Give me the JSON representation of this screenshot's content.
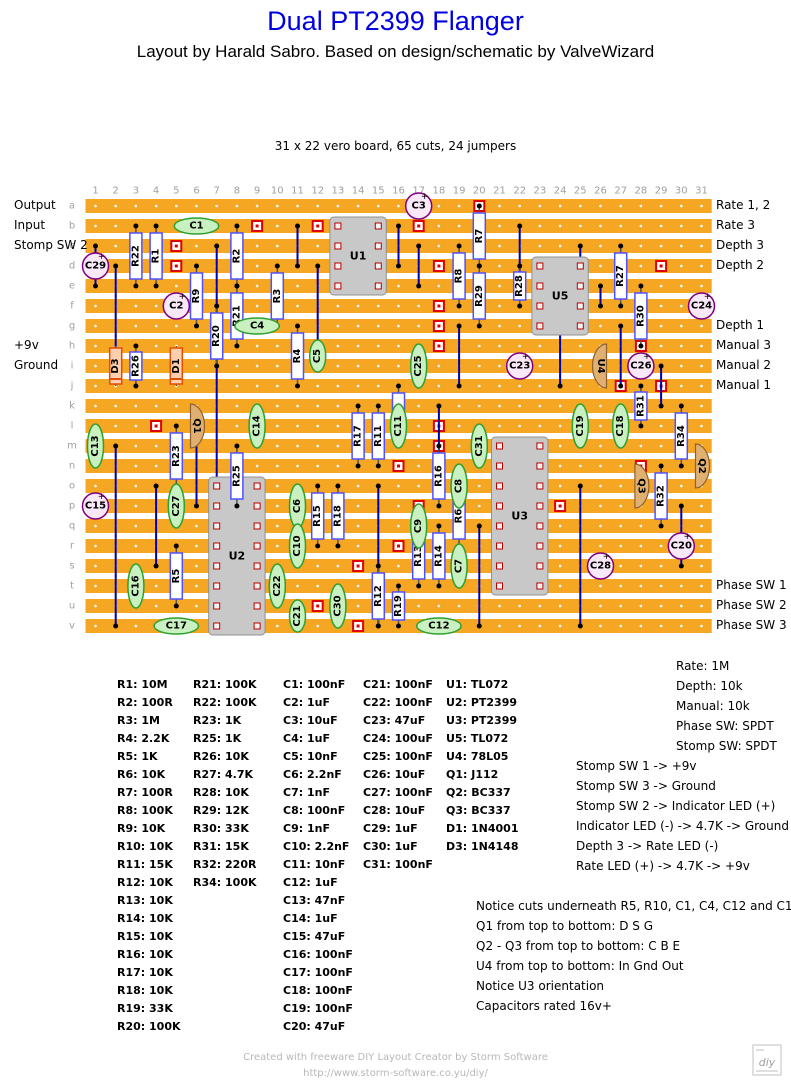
{
  "title": "Dual PT2399 Flanger",
  "subtitle": "Layout by Harald Sabro. Based on design/schematic by ValveWizard",
  "board_info": "31 x 22 vero board, 65 cuts, 24 jumpers",
  "columns": [
    "1",
    "2",
    "3",
    "4",
    "5",
    "6",
    "7",
    "8",
    "9",
    "10",
    "11",
    "12",
    "13",
    "14",
    "15",
    "16",
    "17",
    "18",
    "19",
    "20",
    "21",
    "22",
    "23",
    "24",
    "25",
    "26",
    "27",
    "28",
    "29",
    "30",
    "31"
  ],
  "rows": [
    "a",
    "b",
    "c",
    "d",
    "e",
    "f",
    "g",
    "h",
    "i",
    "j",
    "k",
    "l",
    "m",
    "n",
    "o",
    "p",
    "q",
    "r",
    "s",
    "t",
    "u",
    "v"
  ],
  "left_labels": [
    {
      "text": "Output",
      "row": 0
    },
    {
      "text": "Input",
      "row": 1
    },
    {
      "text": "Stomp SW 2",
      "row": 2
    },
    {
      "text": "+9v",
      "row": 7
    },
    {
      "text": "Ground",
      "row": 8
    }
  ],
  "right_labels": [
    {
      "text": "Rate 1, 2",
      "row": 0
    },
    {
      "text": "Rate 3",
      "row": 1
    },
    {
      "text": "Depth 3",
      "row": 2
    },
    {
      "text": "Depth 2",
      "row": 3
    },
    {
      "text": "Depth 1",
      "row": 6
    },
    {
      "text": "Manual 3",
      "row": 7
    },
    {
      "text": "Manual 2",
      "row": 8
    },
    {
      "text": "Manual 1",
      "row": 9
    },
    {
      "text": "Phase SW 1",
      "row": 19
    },
    {
      "text": "Phase SW 2",
      "row": 20
    },
    {
      "text": "Phase SW 3",
      "row": 21
    }
  ],
  "components": {
    "ics": [
      {
        "label": "U1",
        "c1": 13,
        "c2": 15,
        "r1": 1,
        "r2": 4
      },
      {
        "label": "U5",
        "c1": 23,
        "c2": 25,
        "r1": 3,
        "r2": 6
      },
      {
        "label": "U2",
        "c1": 7,
        "c2": 9,
        "r1": 14,
        "r2": 21
      },
      {
        "label": "U3",
        "c1": 21,
        "c2": 23,
        "r1": 12,
        "r2": 19
      }
    ],
    "resistors": [
      {
        "label": "R22",
        "c": 3,
        "r1": 1,
        "r2": 4
      },
      {
        "label": "R1",
        "c": 4,
        "r1": 1,
        "r2": 4
      },
      {
        "label": "R2",
        "c": 8,
        "r1": 1,
        "r2": 4
      },
      {
        "label": "R3",
        "c": 10,
        "r1": 3,
        "r2": 6
      },
      {
        "label": "R9",
        "c": 6,
        "r1": 3,
        "r2": 6
      },
      {
        "label": "R21",
        "c": 8,
        "r1": 4,
        "r2": 7
      },
      {
        "label": "R20",
        "c": 7,
        "r1": 5,
        "r2": 8
      },
      {
        "label": "R4",
        "c": 11,
        "r1": 6,
        "r2": 9
      },
      {
        "label": "R26",
        "c": 3,
        "r1": 7,
        "r2": 9
      },
      {
        "label": "R7",
        "c": 20,
        "r1": 0,
        "r2": 3
      },
      {
        "label": "R8",
        "c": 19,
        "r1": 2,
        "r2": 5
      },
      {
        "label": "R29",
        "c": 20,
        "r1": 3,
        "r2": 6
      },
      {
        "label": "R28",
        "c": 22,
        "r1": 3,
        "r2": 5
      },
      {
        "label": "R27",
        "c": 27,
        "r1": 2,
        "r2": 5
      },
      {
        "label": "R30",
        "c": 28,
        "r1": 4,
        "r2": 7
      },
      {
        "label": "R31",
        "c": 28,
        "r1": 9,
        "r2": 11
      },
      {
        "label": "R34",
        "c": 30,
        "r1": 10,
        "r2": 13
      },
      {
        "label": "R17",
        "c": 14,
        "r1": 10,
        "r2": 13
      },
      {
        "label": "R11",
        "c": 15,
        "r1": 10,
        "r2": 13
      },
      {
        "label": "R10",
        "c": 16,
        "r1": 9,
        "r2": 12
      },
      {
        "label": "R16",
        "c": 18,
        "r1": 12,
        "r2": 15
      },
      {
        "label": "R23",
        "c": 5,
        "r1": 11,
        "r2": 14
      },
      {
        "label": "R25",
        "c": 8,
        "r1": 12,
        "r2": 15
      },
      {
        "label": "R15",
        "c": 12,
        "r1": 14,
        "r2": 17
      },
      {
        "label": "R18",
        "c": 13,
        "r1": 14,
        "r2": 17
      },
      {
        "label": "R6",
        "c": 19,
        "r1": 14,
        "r2": 17
      },
      {
        "label": "R13",
        "c": 17,
        "r1": 16,
        "r2": 19
      },
      {
        "label": "R14",
        "c": 18,
        "r1": 16,
        "r2": 19
      },
      {
        "label": "R12",
        "c": 15,
        "r1": 18,
        "r2": 21
      },
      {
        "label": "R19",
        "c": 16,
        "r1": 19,
        "r2": 21
      },
      {
        "label": "R5",
        "c": 5,
        "r1": 17,
        "r2": 20
      },
      {
        "label": "R32",
        "c": 29,
        "r1": 13,
        "r2": 16
      }
    ],
    "diodes": [
      {
        "label": "D3",
        "c": 2,
        "r1": 7,
        "r2": 9
      },
      {
        "label": "D1",
        "c": 5,
        "r1": 7,
        "r2": 9
      }
    ],
    "caps": [
      {
        "label": "C1",
        "c1": 5,
        "c2": 7,
        "r1": 1,
        "r2": 1
      },
      {
        "label": "C4",
        "c1": 8,
        "c2": 10,
        "r1": 6,
        "r2": 6
      },
      {
        "label": "C5",
        "c1": 12,
        "c2": 12,
        "r1": 7,
        "r2": 8
      },
      {
        "label": "C25",
        "c1": 17,
        "c2": 17,
        "r1": 7,
        "r2": 9
      },
      {
        "label": "C14",
        "c1": 9,
        "c2": 9,
        "r1": 10,
        "r2": 12
      },
      {
        "label": "C11",
        "c1": 16,
        "c2": 16,
        "r1": 10,
        "r2": 12
      },
      {
        "label": "C31",
        "c1": 20,
        "c2": 20,
        "r1": 11,
        "r2": 13
      },
      {
        "label": "C19",
        "c1": 25,
        "c2": 25,
        "r1": 10,
        "r2": 12
      },
      {
        "label": "C18",
        "c1": 27,
        "c2": 27,
        "r1": 10,
        "r2": 12
      },
      {
        "label": "C13",
        "c1": 1,
        "c2": 1,
        "r1": 11,
        "r2": 13
      },
      {
        "label": "C8",
        "c1": 19,
        "c2": 19,
        "r1": 13,
        "r2": 15
      },
      {
        "label": "C6",
        "c1": 11,
        "c2": 11,
        "r1": 14,
        "r2": 16
      },
      {
        "label": "C27",
        "c1": 5,
        "c2": 5,
        "r1": 14,
        "r2": 16
      },
      {
        "label": "C9",
        "c1": 17,
        "c2": 17,
        "r1": 15,
        "r2": 17
      },
      {
        "label": "C10",
        "c1": 11,
        "c2": 11,
        "r1": 16,
        "r2": 18
      },
      {
        "label": "C7",
        "c1": 19,
        "c2": 19,
        "r1": 17,
        "r2": 19
      },
      {
        "label": "C22",
        "c1": 10,
        "c2": 10,
        "r1": 18,
        "r2": 20
      },
      {
        "label": "C16",
        "c1": 3,
        "c2": 3,
        "r1": 18,
        "r2": 20
      },
      {
        "label": "C21",
        "c1": 11,
        "c2": 11,
        "r1": 20,
        "r2": 21
      },
      {
        "label": "C30",
        "c1": 13,
        "c2": 13,
        "r1": 19,
        "r2": 21
      },
      {
        "label": "C17",
        "c1": 4,
        "c2": 6,
        "r1": 21,
        "r2": 21
      },
      {
        "label": "C12",
        "c1": 17,
        "c2": 19,
        "r1": 21,
        "r2": 21
      }
    ],
    "ecaps": [
      {
        "label": "C29",
        "c": 1,
        "r": 3
      },
      {
        "label": "C2",
        "c": 5,
        "r": 5
      },
      {
        "label": "C3",
        "c": 17,
        "r": 0
      },
      {
        "label": "C24",
        "c": 31,
        "r": 5
      },
      {
        "label": "C23",
        "c": 22,
        "r": 8
      },
      {
        "label": "C26",
        "c": 28,
        "r": 8
      },
      {
        "label": "C15",
        "c": 1,
        "r": 15
      },
      {
        "label": "C28",
        "c": 26,
        "r": 18
      },
      {
        "label": "C20",
        "c": 30,
        "r": 17
      }
    ],
    "transistors": [
      {
        "label": "U4",
        "c": 26,
        "r": 8,
        "dir": "left"
      },
      {
        "label": "Q1",
        "c": 6,
        "r": 11,
        "dir": "right"
      },
      {
        "label": "Q3",
        "c": 28,
        "r": 14,
        "dir": "right"
      },
      {
        "label": "Q2",
        "c": 31,
        "r": 13,
        "dir": "right"
      }
    ]
  },
  "cuts": [
    [
      9,
      1
    ],
    [
      12,
      1
    ],
    [
      17,
      1
    ],
    [
      20,
      0
    ],
    [
      5,
      2
    ],
    [
      15,
      2
    ],
    [
      5,
      3
    ],
    [
      18,
      3
    ],
    [
      29,
      3
    ],
    [
      18,
      5
    ],
    [
      18,
      6
    ],
    [
      18,
      7
    ],
    [
      28,
      7
    ],
    [
      29,
      9
    ],
    [
      27,
      9
    ],
    [
      4,
      11
    ],
    [
      18,
      11
    ],
    [
      18,
      12
    ],
    [
      16,
      13
    ],
    [
      28,
      13
    ],
    [
      18,
      14
    ],
    [
      17,
      15
    ],
    [
      24,
      15
    ],
    [
      16,
      17
    ],
    [
      14,
      18
    ],
    [
      10,
      19
    ],
    [
      12,
      20
    ],
    [
      14,
      21
    ]
  ],
  "jumpers": [
    [
      1,
      2,
      1,
      4
    ],
    [
      2,
      3,
      2,
      8
    ],
    [
      7,
      2,
      7,
      21
    ],
    [
      11,
      1,
      11,
      3
    ],
    [
      12,
      3,
      12,
      7
    ],
    [
      14,
      2,
      14,
      4
    ],
    [
      16,
      1,
      16,
      3
    ],
    [
      17,
      2,
      17,
      4
    ],
    [
      19,
      6,
      19,
      9
    ],
    [
      22,
      1,
      22,
      4
    ],
    [
      24,
      6,
      24,
      9
    ],
    [
      25,
      2,
      25,
      5
    ],
    [
      26,
      4,
      26,
      5
    ],
    [
      27,
      6,
      27,
      9
    ],
    [
      29,
      8,
      29,
      10
    ],
    [
      6,
      11,
      6,
      15
    ],
    [
      2,
      12,
      2,
      21
    ],
    [
      4,
      14,
      4,
      18
    ],
    [
      9,
      14,
      9,
      16
    ],
    [
      15,
      14,
      15,
      21
    ],
    [
      18,
      10,
      18,
      13
    ],
    [
      20,
      16,
      20,
      21
    ],
    [
      25,
      14,
      25,
      21
    ],
    [
      30,
      15,
      30,
      18
    ]
  ],
  "values": {
    "resistors_col1": [
      "R1: 10M",
      "R2: 100R",
      "R3: 1M",
      "R4: 2.2K",
      "R5: 1K",
      "R6: 10K",
      "R7: 100R",
      "R8: 100K",
      "R9: 10K",
      "R10: 10K",
      "R11: 15K",
      "R12: 10K",
      "R13: 10K",
      "R14: 10K",
      "R15: 10K",
      "R16: 10K",
      "R17: 10K",
      "R18: 10K",
      "R19: 33K",
      "R20: 100K"
    ],
    "resistors_col2": [
      "R21: 100K",
      "R22: 100K",
      "R23: 1K",
      "R25: 1K",
      "R26: 10K",
      "R27: 4.7K",
      "R28: 10K",
      "R29: 12K",
      "R30: 33K",
      "R31: 15K",
      "R32: 220R",
      "R34: 100K"
    ],
    "caps_col1": [
      "C1: 100nF",
      "C2: 1uF",
      "C3: 10uF",
      "C4: 1uF",
      "C5: 10nF",
      "C6: 2.2nF",
      "C7: 1nF",
      "C8: 100nF",
      "C9: 1nF",
      "C10: 2.2nF",
      "C11: 10nF",
      "C12: 1uF",
      "C13: 47nF",
      "C14: 1uF",
      "C15: 47uF",
      "C16: 100nF",
      "C17: 100nF",
      "C18: 100nF",
      "C19: 100nF",
      "C20: 47uF"
    ],
    "caps_col2": [
      "C21: 100nF",
      "C22: 100nF",
      "C23: 47uF",
      "C24: 100uF",
      "C25: 100nF",
      "C26: 10uF",
      "C27: 100nF",
      "C28: 10uF",
      "C29: 1uF",
      "C30: 1uF",
      "C31: 100nF"
    ],
    "semis": [
      "U1: TL072",
      "U2: PT2399",
      "U3: PT2399",
      "U5: TL072",
      "U4: 78L05",
      "Q1: J112",
      "Q2: BC337",
      "Q3: BC337",
      "D1: 1N4001",
      "D3: 1N4148"
    ]
  },
  "pots": [
    "Rate: 1M",
    "Depth: 10k",
    "Manual: 10k",
    "Phase SW: SPDT",
    "Stomp SW: SPDT"
  ],
  "wiring": [
    "Stomp SW 1 -> +9v",
    "Stomp SW 3 -> Ground",
    "Stomp SW 2 -> Indicator LED (+)",
    "Indicator LED (-) -> 4.7K -> Ground",
    "Depth 3 -> Rate LED (-)",
    "Rate LED (+) -> 4.7K -> +9v"
  ],
  "notes": [
    "Notice cuts underneath R5, R10, C1, C4, C12 and C17",
    "Q1 from top to bottom: D S G",
    "Q2 - Q3 from top to bottom: C B E",
    "U4 from top to bottom: In Gnd Out",
    "Notice U3 orientation",
    "Capacitors rated 16v+"
  ],
  "footer": {
    "line1": "Created with freeware DIY Layout Creator by Storm Software",
    "line2": "http://www.storm-software.co.yu/diy/"
  },
  "colors": {
    "strip": "#f5a623",
    "board": "#ffffff",
    "ic": "#c8c8c8",
    "cut": "#e00000",
    "jumper": "#0000b0",
    "resistor": "#5050ff",
    "cap_fill": "#c8f0c0",
    "cap_border": "#30a030",
    "ecap": "#800080",
    "diode": "#e05000",
    "transistor": "#e0b070",
    "title": "#0000e0"
  }
}
